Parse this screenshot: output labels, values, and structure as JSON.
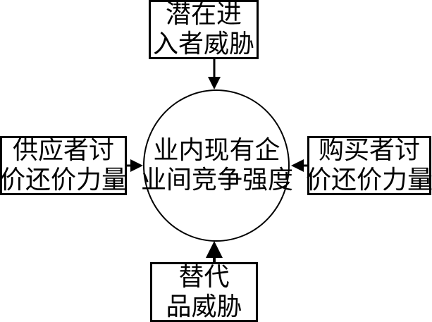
{
  "title": "Porter's Five Forces",
  "center": {
    "line1": "业内现有企",
    "line2": "业间竞争强度"
  },
  "forces": {
    "top": {
      "line1": "潜在进",
      "line2": "入者威胁"
    },
    "left": {
      "line1": "供应者讨",
      "line2": "价还价力量"
    },
    "right": {
      "line1": "购买者讨",
      "line2": "价还价力量"
    },
    "bottom": {
      "line1": "替代",
      "line2": "品威胁"
    }
  },
  "colors": {
    "stroke": "#000000",
    "background": "#ffffff"
  }
}
